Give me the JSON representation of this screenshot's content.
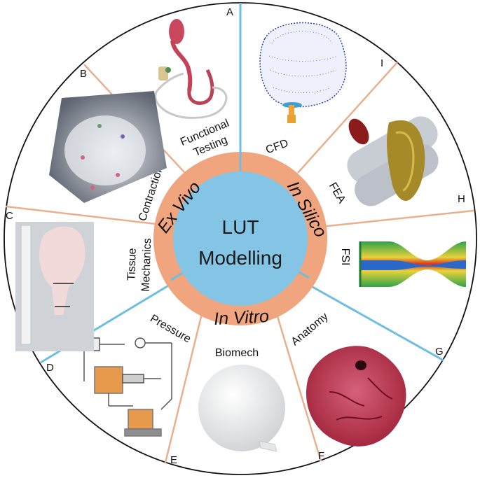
{
  "center": {
    "line1": "LUT",
    "line2": "Modelling"
  },
  "ring": {
    "ex_vivo": "Ex Vivo",
    "in_silico": "In Silico",
    "in_vitro": "In Vitro"
  },
  "panels": {
    "A": {
      "letter": "A",
      "label_line1": "Functional",
      "label_line2": "Testing"
    },
    "B": {
      "letter": "B",
      "label": "Contraction"
    },
    "C": {
      "letter": "C",
      "label_line1": "Tissue",
      "label_line2": "Mechanics"
    },
    "D": {
      "letter": "D",
      "label": "Pressure"
    },
    "E": {
      "letter": "E",
      "label": "Biomech"
    },
    "F": {
      "letter": "F",
      "label": "Anatomy"
    },
    "G": {
      "letter": "G",
      "label": "FSI"
    },
    "H": {
      "letter": "H",
      "label": "FEA"
    },
    "I": {
      "letter": "I",
      "label": "CFD"
    }
  },
  "colors": {
    "ring": "#F0A57F",
    "center": "#84C5E6",
    "divider_orange": "#E9B08E",
    "divider_blue": "#6EBEE2",
    "outline": "#111111"
  }
}
